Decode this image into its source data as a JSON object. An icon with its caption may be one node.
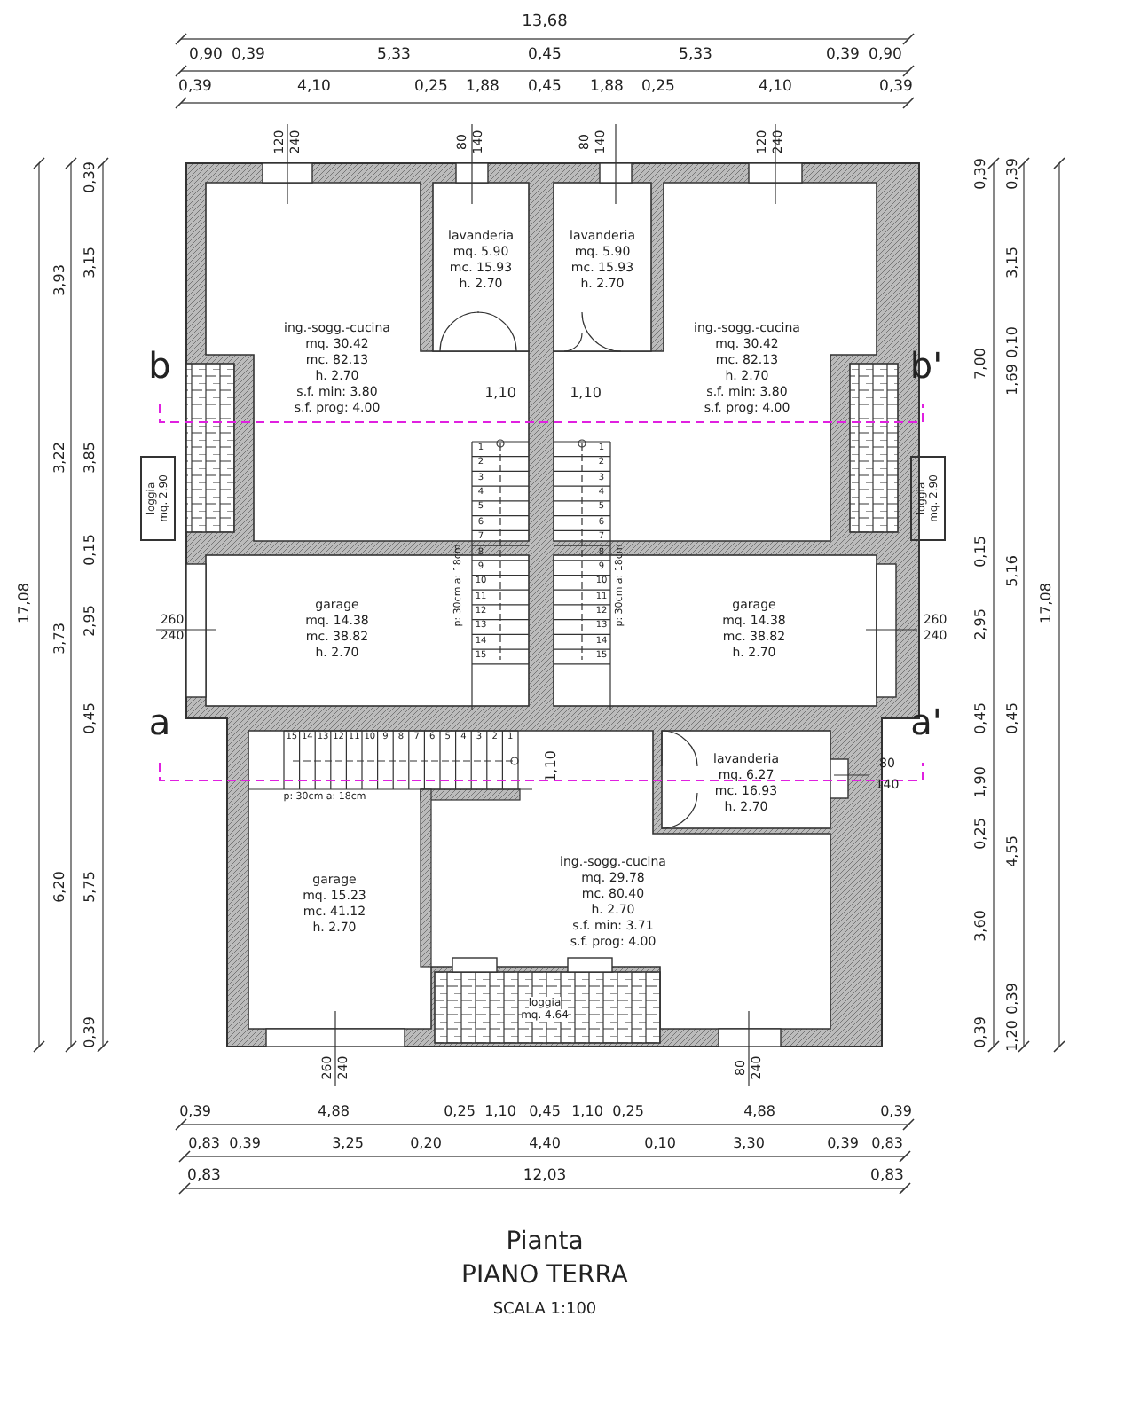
{
  "diagram": {
    "nodes": [
      {
        "text": [
          "ing.-sogg.-cucina",
          "mq. 30.42",
          "mc. 82.13",
          "h. 2.70",
          "s.f. min: 3.80",
          "s.f. prog: 4.00"
        ]
      },
      {
        "text": [
          "lavanderia",
          "mq. 5.90",
          "mc. 15.93",
          "h. 2.70"
        ]
      },
      {
        "text": [
          "lavanderia",
          "mq. 5.90",
          "mc. 15.93",
          "h. 2.70"
        ]
      },
      {
        "text": [
          "ing.-sogg.-cucina",
          "mq. 30.42",
          "mc. 82.13",
          "h. 2.70",
          "s.f. min: 3.80",
          "s.f. prog: 4.00"
        ]
      },
      {
        "text": [
          "garage",
          "mq. 14.38",
          "mc. 38.82",
          "h. 2.70"
        ]
      },
      {
        "text": [
          "garage",
          "mq. 14.38",
          "mc. 38.82",
          "h. 2.70"
        ]
      },
      {
        "text": [
          "lavanderia",
          "mq. 6.27",
          "mc. 16.93",
          "h. 2.70"
        ]
      },
      {
        "text": [
          "garage",
          "mq. 15.23",
          "mc. 41.12",
          "h. 2.70"
        ]
      },
      {
        "text": [
          "ing.-sogg.-cucina",
          "mq. 29.78",
          "mc. 80.40",
          "h. 2.70",
          "s.f. min: 3.71",
          "s.f. prog: 4.00"
        ]
      },
      {
        "text": [
          "loggia",
          "mq. 2.90"
        ]
      },
      {
        "text": [
          "loggia",
          "mq. 2.90"
        ]
      },
      {
        "text": [
          "loggia",
          "mq. 4.64"
        ]
      }
    ],
    "labels": [
      "13,68",
      "0,90",
      "0,39",
      "5,33",
      "0,45",
      "5,33",
      "0,39",
      "0,90",
      "0,39",
      "4,10",
      "0,25",
      "1,88",
      "0,45",
      "1,88",
      "0,25",
      "4,10",
      "0,39",
      "120",
      "240",
      "80",
      "140",
      "80",
      "140",
      "120",
      "240",
      "17,08",
      "3,93",
      "3,22",
      "3,73",
      "6,20",
      "0,39",
      "3,15",
      "3,85",
      "0,15",
      "2,95",
      "0,45",
      "5,75",
      "0,39",
      "0,39",
      "7,00",
      "0,15",
      "2,95",
      "0,45",
      "1,90",
      "0,25",
      "3,60",
      "0,39",
      "0,39",
      "3,15",
      "0,10",
      "1,69",
      "5,16",
      "0,45",
      "4,55",
      "0,39",
      "1,20",
      "17,08",
      "b",
      "b'",
      "a",
      "a'",
      "1,10",
      "1,10",
      "1,10",
      "p: 30cm a: 18cm",
      "p: 30cm a: 18cm",
      "p: 30cm a: 18cm",
      "260",
      "240",
      "260",
      "240",
      "80",
      "140",
      "260",
      "240",
      "80",
      "240",
      "0,39",
      "4,88",
      "0,25",
      "1,10",
      "0,45",
      "1,10",
      "0,25",
      "4,88",
      "0,39",
      "0,83",
      "0,39",
      "3,25",
      "0,20",
      "4,40",
      "0,10",
      "3,30",
      "0,39",
      "0,83",
      "0,83",
      "12,03",
      "0,83",
      "1",
      "2",
      "3",
      "4",
      "5",
      "6",
      "7",
      "8",
      "9",
      "10",
      "11",
      "12",
      "13",
      "14",
      "15",
      "1",
      "2",
      "3",
      "4",
      "5",
      "6",
      "7",
      "8",
      "9",
      "10",
      "11",
      "12",
      "13",
      "14",
      "15",
      "15",
      "14",
      "13",
      "12",
      "11",
      "10",
      "9",
      "8",
      "7",
      "6",
      "5",
      "4",
      "3",
      "2",
      "1",
      "Pianta",
      "PIANO TERRA",
      "SCALA 1:100"
    ]
  }
}
